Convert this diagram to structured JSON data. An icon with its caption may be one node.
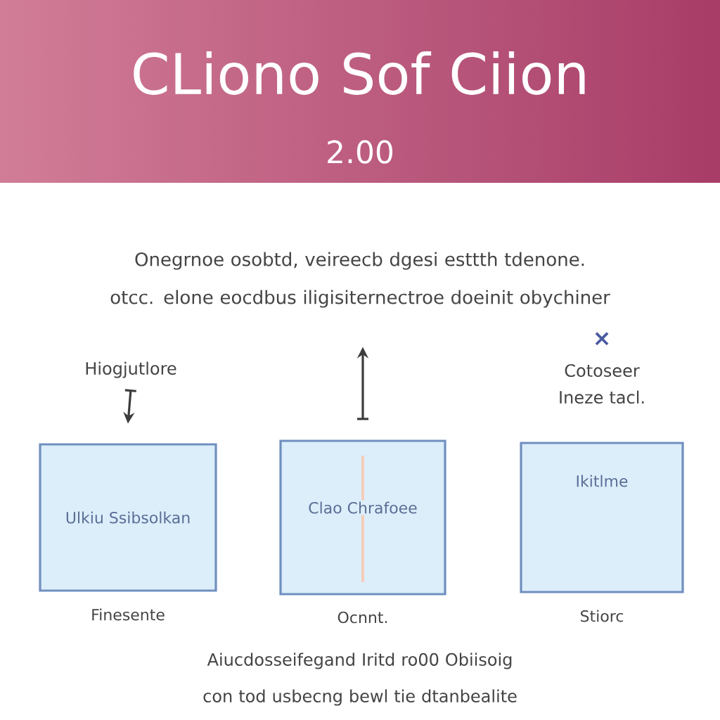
{
  "diagram": {
    "title": "CLiono Sof Ciion",
    "nodes": [
      {
        "text": [
          "Hiogjutlore"
        ]
      },
      {
        "text": [
          "Ulkiu Ssibsolkan"
        ],
        "beside": [
          "Finesente"
        ]
      },
      {
        "text": [
          "Clao Chrafoee"
        ],
        "beside": [
          "Ocnnt."
        ]
      },
      {
        "text": [
          "Ikitlme"
        ],
        "beside": [
          "Stiorc"
        ]
      }
    ],
    "edges": [
      {
        "from": 0,
        "to": 1,
        "arrow": "to"
      },
      {
        "from": 2,
        "to": null,
        "arrow": "to"
      }
    ],
    "labels": [
      "2.00",
      "Onegrnoe osobtd, veireecb dgesi esttth tdenone. otcc. elone eocdbus iligisiternectroe doeinit obychiner",
      "×",
      "Cotoseer Ineze tacl.",
      "Aiucdosseifegand Iritd ro00 Obiisoig con tod usbecng bewl tie dtanbealite"
    ]
  }
}
